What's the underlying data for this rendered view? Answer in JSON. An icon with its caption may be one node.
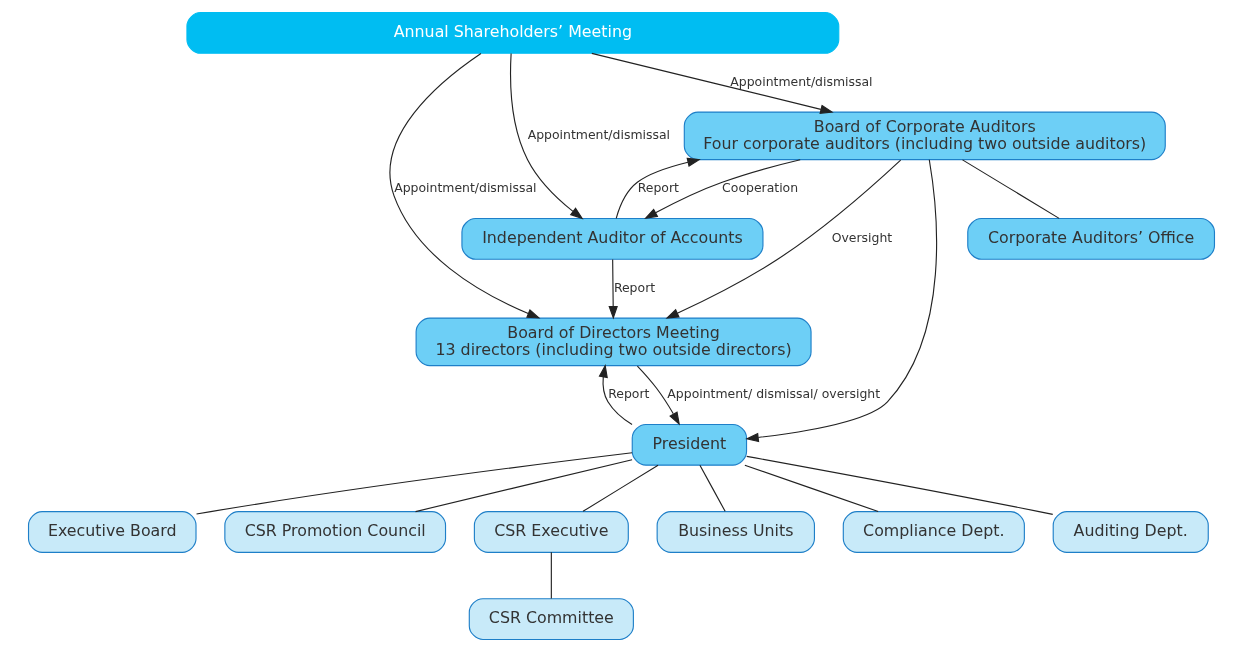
{
  "diagram": {
    "nodes": [
      {
        "text": [
          "Annual Shareholders’ Meeting"
        ]
      },
      {
        "text": [
          "Board of Directors Meeting",
          "13 directors (including two outside directors)"
        ]
      },
      {
        "text": [
          "Board of Corporate Auditors",
          "Four corporate auditors (including two outside auditors)"
        ]
      },
      {
        "text": [
          "Independent Auditor of Accounts"
        ]
      },
      {
        "text": [
          "Corporate Auditors’ Office"
        ]
      },
      {
        "text": [
          "President"
        ]
      },
      {
        "text": [
          "Executive Board"
        ]
      },
      {
        "text": [
          "CSR Promotion Council"
        ]
      },
      {
        "text": [
          "CSR Executive"
        ]
      },
      {
        "text": [
          "CSR Committee"
        ]
      },
      {
        "text": [
          "Business Units"
        ]
      },
      {
        "text": [
          "Compliance Dept."
        ]
      },
      {
        "text": [
          "Auditing Dept."
        ]
      }
    ],
    "edges": [
      {
        "from": 0,
        "to": 1,
        "arrow": "to",
        "label": "Appointment/dismissal"
      },
      {
        "from": 0,
        "to": 2,
        "arrow": "to",
        "label": "Appointment/dismissal"
      },
      {
        "from": 0,
        "to": 3,
        "arrow": "to",
        "label": "Appointment/dismissal"
      },
      {
        "from": 2,
        "to": 1,
        "arrow": "to",
        "label": "Oversight"
      },
      {
        "from": 2,
        "to": 5,
        "arrow": "to"
      },
      {
        "from": 3,
        "to": 2,
        "arrow": "to",
        "label": "Report"
      },
      {
        "from": 2,
        "to": 3,
        "arrow": "to",
        "label": "Cooperation"
      },
      {
        "from": 2,
        "to": 4,
        "arrow": "none"
      },
      {
        "from": 3,
        "to": 1,
        "arrow": "to",
        "label": "Report"
      },
      {
        "from": 1,
        "to": 5,
        "arrow": "to",
        "label": "Appointment/ dismissal/ oversight"
      },
      {
        "from": 5,
        "to": 1,
        "arrow": "to",
        "label": "Report"
      },
      {
        "from": 5,
        "to": 6,
        "arrow": "none"
      },
      {
        "from": 5,
        "to": 7,
        "arrow": "none"
      },
      {
        "from": 5,
        "to": 8,
        "arrow": "none"
      },
      {
        "from": 8,
        "to": 9,
        "arrow": "none"
      },
      {
        "from": 5,
        "to": 10,
        "arrow": "none"
      },
      {
        "from": 5,
        "to": 11,
        "arrow": "none"
      },
      {
        "from": 5,
        "to": 12,
        "arrow": "none"
      }
    ]
  }
}
